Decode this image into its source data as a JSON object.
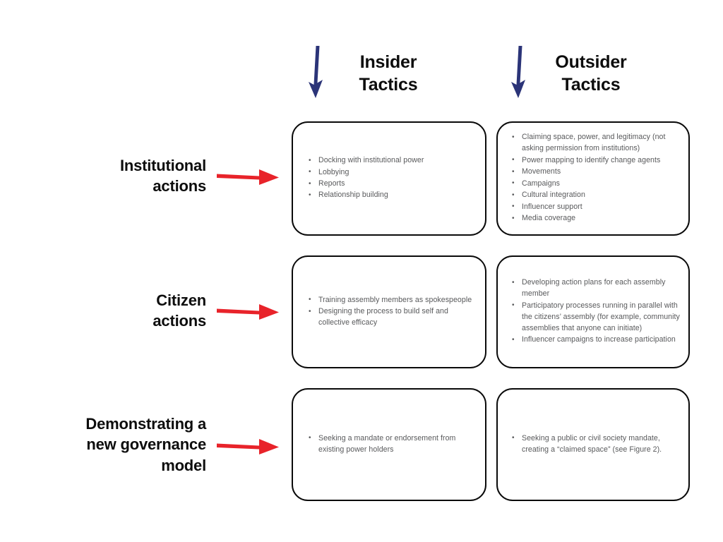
{
  "figure": {
    "columns": [
      {
        "id": "insider",
        "title": "Insider\nTactics",
        "arrow_icon": "down-arrow-icon",
        "arrow_color": "#2b3478"
      },
      {
        "id": "outsider",
        "title": "Outsider\nTactics",
        "arrow_icon": "down-arrow-icon",
        "arrow_color": "#2b3478"
      }
    ],
    "arrow_right_icon": "right-arrow-icon",
    "arrow_right_color": "#e8232a",
    "rows": [
      {
        "id": "institutional-actions",
        "label": "Institutional\nactions",
        "insider": [
          "Docking with institutional power",
          "Lobbying",
          "Reports",
          "Relationship building"
        ],
        "outsider": [
          "Claiming space, power, and legitimacy (not asking permission from institutions)",
          "Power mapping to identify change agents",
          "Movements",
          "Campaigns",
          "Cultural integration",
          "Influencer support",
          "Media coverage"
        ]
      },
      {
        "id": "citizen-actions",
        "label": "Citizen\nactions",
        "insider": [
          "Training assembly members as spokespeople",
          "Designing the process to build self and collective efficacy"
        ],
        "outsider": [
          "Developing action plans for each assembly member",
          "Participatory processes running in parallel with the citizens’ assembly (for example, community assemblies that anyone can initiate)",
          "Influencer campaigns to increase participation"
        ]
      },
      {
        "id": "demonstrating-new-governance-model",
        "label": "Demonstrating a\nnew governance\nmodel",
        "insider": [
          "Seeking a mandate or endorsement from existing power holders"
        ],
        "outsider": [
          "Seeking a public or civil society mandate, creating a “claimed space” (see Figure 2)."
        ]
      }
    ]
  }
}
